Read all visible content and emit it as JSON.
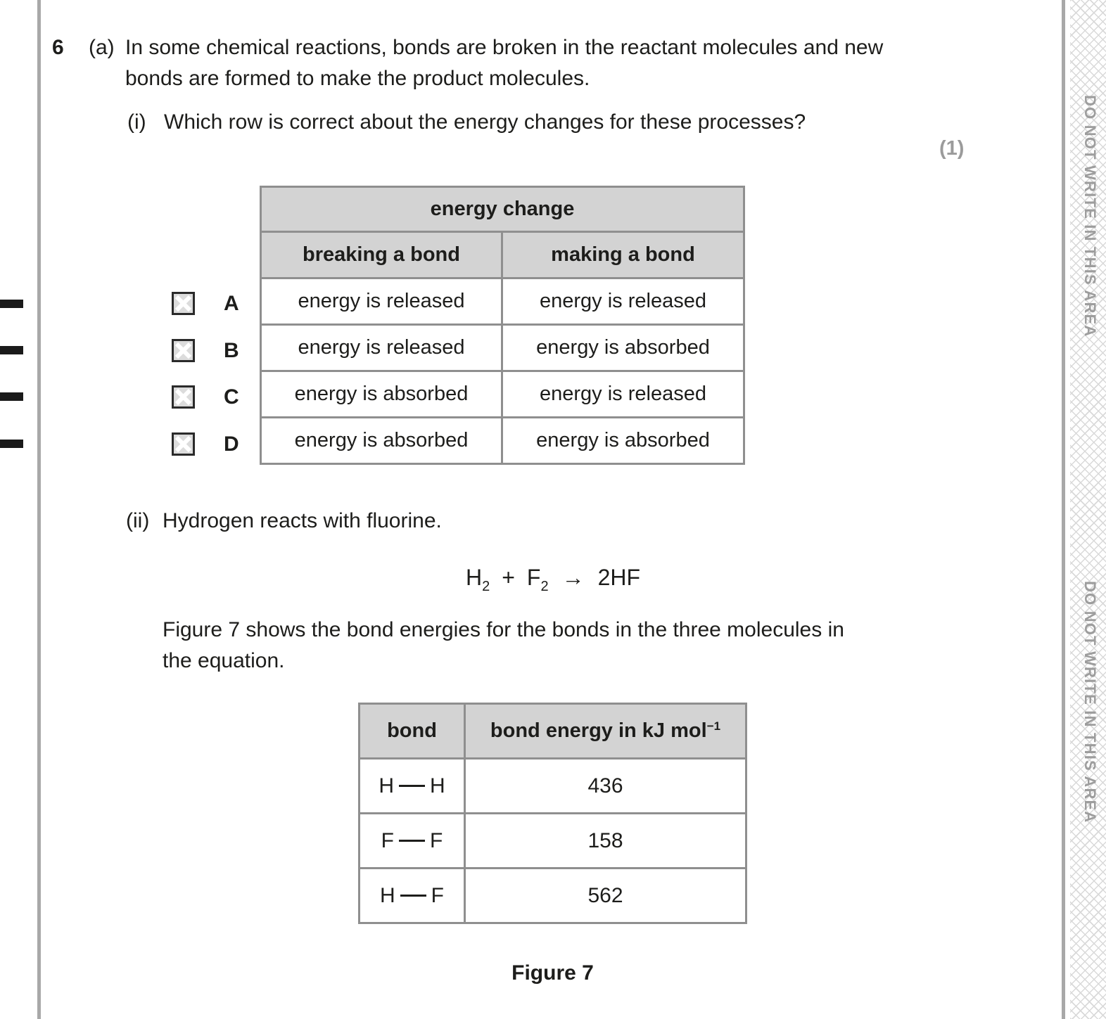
{
  "question": {
    "number": "6",
    "part_a_label": "(a)",
    "part_a_line1": "In some chemical reactions, bonds are broken in the reactant molecules and new",
    "part_a_line2": "bonds are formed to make the product molecules.",
    "part_i_label": "(i)",
    "part_i_text": "Which row is correct about the energy changes for these processes?",
    "marks": "(1)",
    "part_ii_label": "(ii)",
    "part_ii_text": "Hydrogen reacts with fluorine.",
    "figure_intro_line1": "Figure 7 shows the bond energies for the bonds in the three molecules in",
    "figure_intro_line2": "the equation."
  },
  "equation": {
    "reactant1": "H",
    "reactant1_sub": "2",
    "plus": "+",
    "reactant2": "F",
    "reactant2_sub": "2",
    "arrow": "→",
    "product": "2HF"
  },
  "energy_table": {
    "title": "energy change",
    "col_breaking": "breaking a bond",
    "col_making": "making a bond",
    "options": [
      {
        "letter": "A",
        "breaking": "energy is released",
        "making": "energy is released"
      },
      {
        "letter": "B",
        "breaking": "energy is released",
        "making": "energy is absorbed"
      },
      {
        "letter": "C",
        "breaking": "energy is absorbed",
        "making": "energy is released"
      },
      {
        "letter": "D",
        "breaking": "energy is absorbed",
        "making": "energy is absorbed"
      }
    ]
  },
  "bond_table": {
    "col_bond": "bond",
    "col_energy": "bond energy in kJ mol",
    "col_energy_sup": "−1",
    "rows": [
      {
        "atom1": "H",
        "atom2": "H",
        "energy": "436"
      },
      {
        "atom1": "F",
        "atom2": "F",
        "energy": "158"
      },
      {
        "atom1": "H",
        "atom2": "F",
        "energy": "562"
      }
    ]
  },
  "figure_caption": "Figure 7",
  "margin": {
    "warning_text": "DO NOT WRITE IN THIS AREA"
  },
  "colors": {
    "header_fill": "#d3d3d3",
    "table_border": "#8f8f8f",
    "text": "#1d1d1b",
    "marks_gray": "#9b9b9b",
    "warning_gray": "#9d9d9d",
    "checkbox_fill": "#dcdcdc",
    "checkbox_border": "#2a2a2a"
  }
}
